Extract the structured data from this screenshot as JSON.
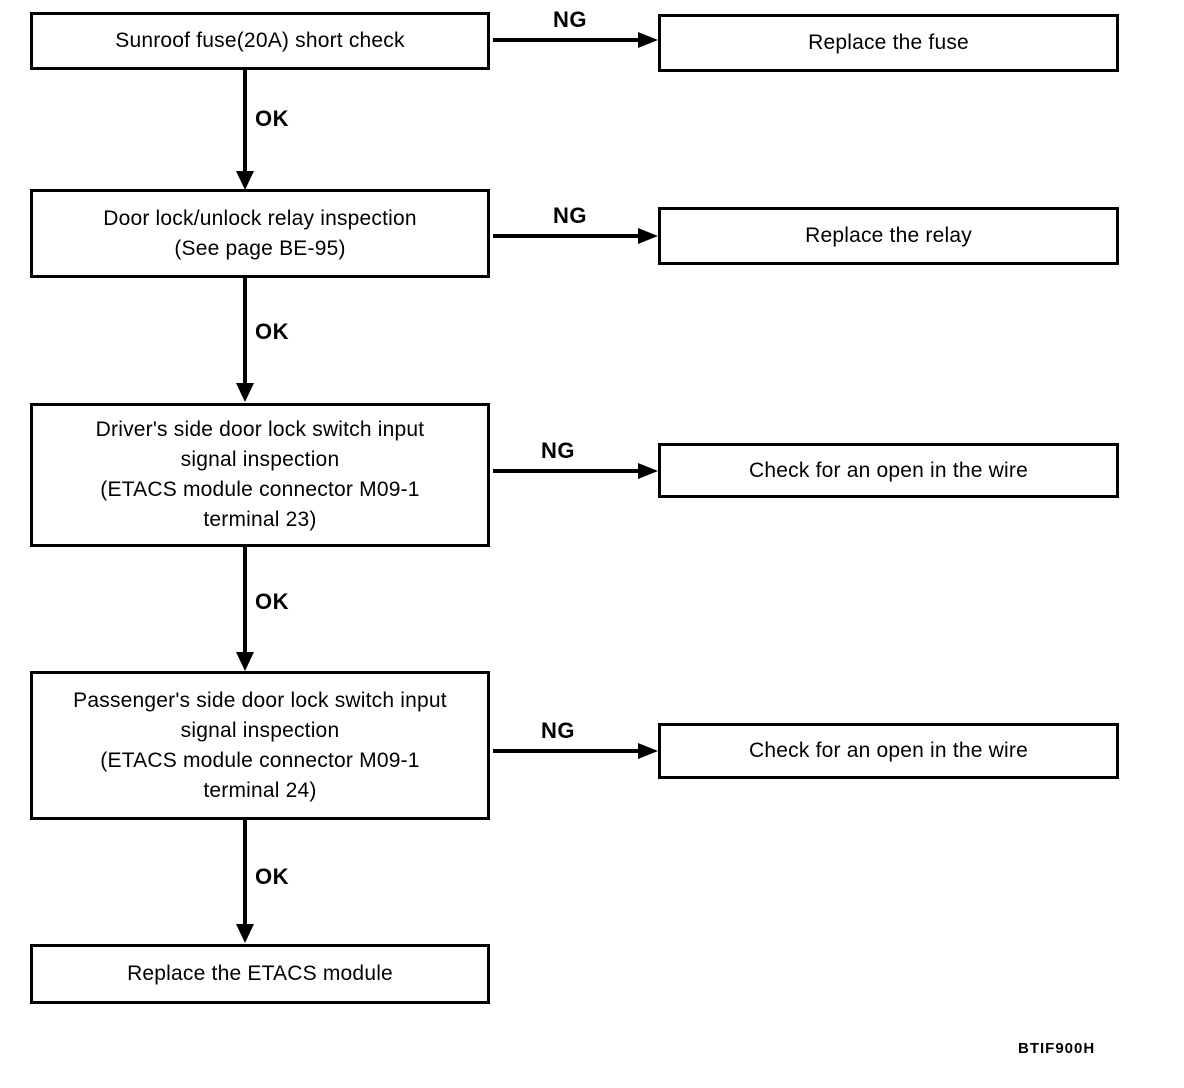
{
  "figure": {
    "code": "BTIF900H",
    "colors": {
      "ink": "#000000",
      "background": "#ffffff"
    }
  },
  "flow": {
    "ok_label": "OK",
    "ng_label": "NG",
    "steps": [
      {
        "text": "Sunroof fuse(20A) short check",
        "ng_result": "Replace the fuse"
      },
      {
        "text": "Door lock/unlock relay inspection\n(See page BE-95)",
        "ng_result": "Replace the relay"
      },
      {
        "text": "Driver's side door lock switch input\nsignal inspection\n(ETACS module connector M09-1\nterminal 23)",
        "ng_result": "Check for an open in the wire"
      },
      {
        "text": "Passenger's side door lock switch input\nsignal inspection\n(ETACS module connector M09-1\nterminal 24)",
        "ng_result": "Check for an open in the wire"
      },
      {
        "text": "Replace the ETACS module"
      }
    ]
  }
}
